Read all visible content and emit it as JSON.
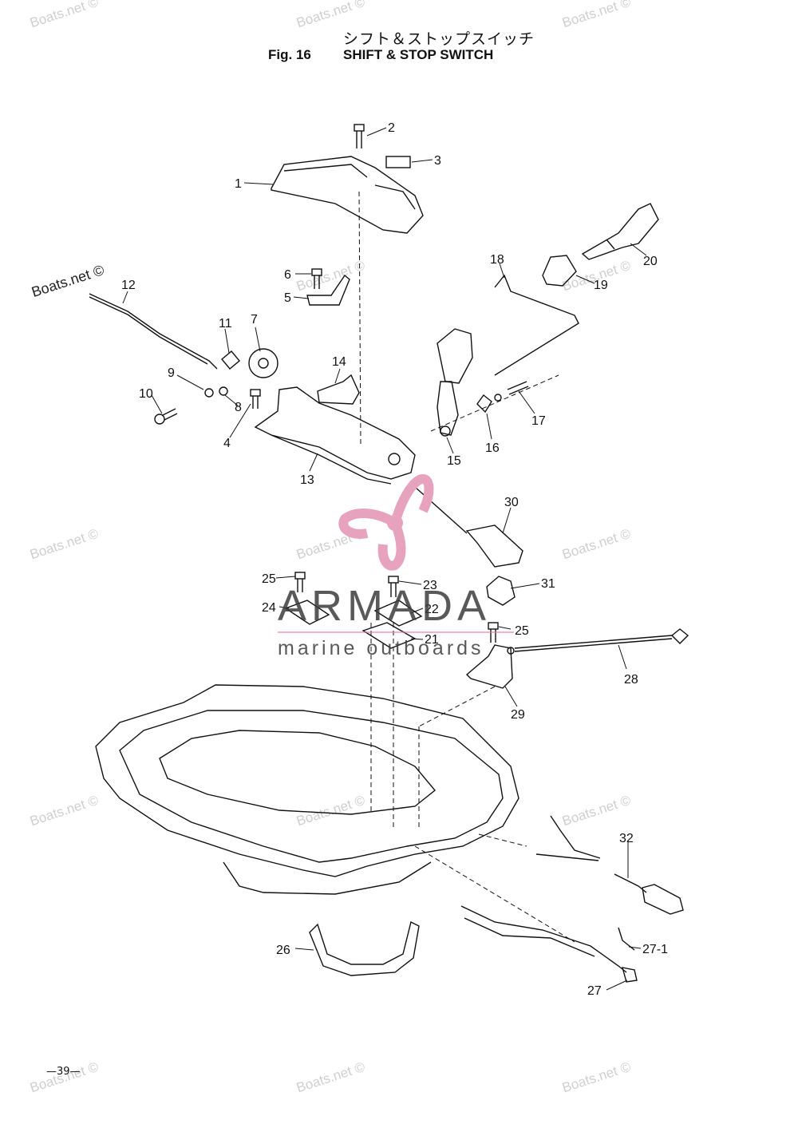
{
  "header": {
    "title_jp": "シフト＆ストップスイッチ",
    "fig_label": "Fig. 16",
    "title_en": "SHIFT & STOP SWITCH"
  },
  "page_number": "—39—",
  "watermark": {
    "text": "Boats.net ©",
    "prominent_text": "Boats.net ©"
  },
  "logo": {
    "word": "ARMADA",
    "sub": "marine outboards",
    "color": "#e7a3bd"
  },
  "callouts": [
    "1",
    "2",
    "3",
    "4",
    "5",
    "6",
    "7",
    "8",
    "9",
    "10",
    "11",
    "12",
    "13",
    "14",
    "15",
    "16",
    "17",
    "18",
    "19",
    "20",
    "21",
    "22",
    "23",
    "24",
    "25",
    "25",
    "26",
    "27",
    "27-1",
    "28",
    "29",
    "30",
    "31",
    "32"
  ]
}
